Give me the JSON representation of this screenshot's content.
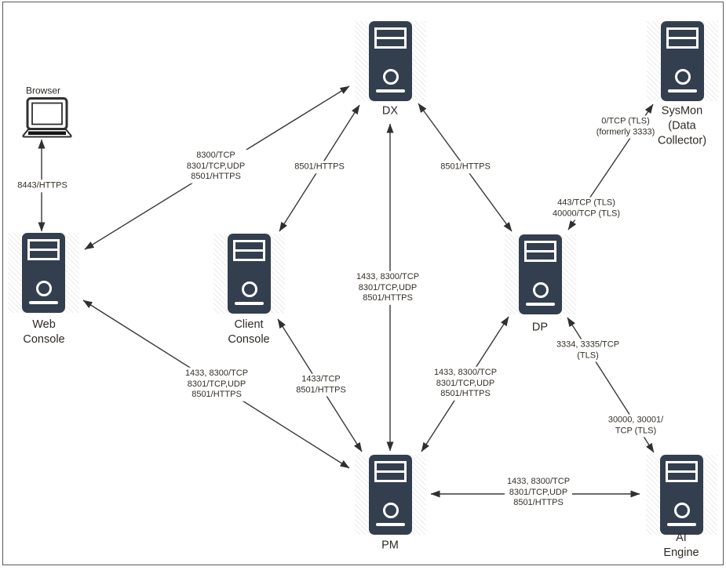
{
  "colors": {
    "server_fill": "#333e4e",
    "icon_detail": "#ffffff",
    "line": "#383838",
    "text": "#332e27",
    "hatch_shadow": "#e9e9e9",
    "label_background": "#ffffff"
  },
  "nodes": [
    {
      "id": "browser",
      "label": "Browser",
      "type": "laptop"
    },
    {
      "id": "dx",
      "label": "DX",
      "type": "server"
    },
    {
      "id": "sysmon",
      "label": "SysMon\n(Data\nCollector)",
      "type": "server"
    },
    {
      "id": "web-console",
      "label": "Web\nConsole",
      "type": "server"
    },
    {
      "id": "client-console",
      "label": "Client\nConsole",
      "type": "server"
    },
    {
      "id": "dp",
      "label": "DP",
      "type": "server"
    },
    {
      "id": "pm",
      "label": "PM",
      "type": "server"
    },
    {
      "id": "ai-engine",
      "label": "AI Engine",
      "type": "server"
    }
  ],
  "edges": [
    {
      "from": "browser",
      "to": "web-console",
      "label": "8443/HTTPS"
    },
    {
      "from": "web-console",
      "to": "dx",
      "label": "8300/TCP\n8301/TCP,UDP\n8501/HTTPS"
    },
    {
      "from": "client-console",
      "to": "dx",
      "label": "8501/HTTPS"
    },
    {
      "from": "dx",
      "to": "dp",
      "label": "8501/HTTPS"
    },
    {
      "from": "dx",
      "to": "pm",
      "label": "1433, 8300/TCP\n8301/TCP,UDP\n8501/HTTPS"
    },
    {
      "from": "web-console",
      "to": "pm",
      "label": "1433, 8300/TCP\n8301/TCP,UDP\n8501/HTTPS"
    },
    {
      "from": "client-console",
      "to": "pm",
      "label": "1433/TCP\n8501/HTTPS"
    },
    {
      "from": "dp",
      "to": "pm",
      "label": "1433, 8300/TCP\n8301/TCP,UDP\n8501/HTTPS"
    },
    {
      "from": "dp",
      "to": "sysmon",
      "label": "0/TCP (TLS)\n(formerly 3333)",
      "label2": "443/TCP (TLS)\n40000/TCP (TLS)"
    },
    {
      "from": "dp",
      "to": "ai-engine",
      "label": "3334, 3335/TCP\n(TLS)",
      "label2": "30000, 30001/\nTCP (TLS)"
    },
    {
      "from": "pm",
      "to": "ai-engine",
      "label": "1433, 8300/TCP\n8301/TCP,UDP\n8501/HTTPS"
    }
  ]
}
